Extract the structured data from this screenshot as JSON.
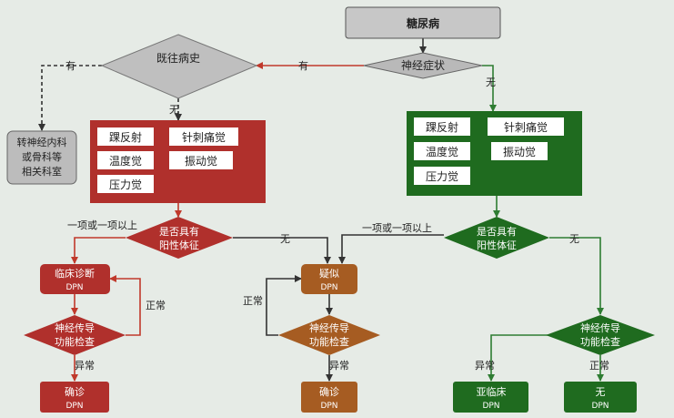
{
  "colors": {
    "red": "#b0302c",
    "brown": "#a65c22",
    "green": "#1f6b1f",
    "gray_node": "#bcbcbc",
    "arrow_red": "#c0392b",
    "arrow_green": "#2e7d32",
    "arrow_dark": "#333333"
  },
  "nodes": {
    "diabetes": "糖尿病",
    "neuro_symptom": "神经症状",
    "history": "既往病史",
    "referral": [
      "转神经内科",
      "或骨科等",
      "相关科室"
    ],
    "red_panel": [
      "踝反射",
      "针刺痛觉",
      "温度觉",
      "振动觉",
      "压力觉"
    ],
    "green_panel": [
      "踝反射",
      "针刺痛觉",
      "温度觉",
      "振动觉",
      "压力觉"
    ],
    "positive_sign_left": [
      "是否具有",
      "阳性体征"
    ],
    "positive_sign_right": [
      "是否具有",
      "阳性体征"
    ],
    "clinical_dpn": [
      "临床诊断",
      "DPN"
    ],
    "suspect_dpn": [
      "疑似",
      "DPN"
    ],
    "ncs_left": [
      "神经传导",
      "功能检查"
    ],
    "ncs_mid": [
      "神经传导",
      "功能检查"
    ],
    "ncs_right": [
      "神经传导",
      "功能检查"
    ],
    "confirm_left": [
      "确诊",
      "DPN"
    ],
    "confirm_mid": [
      "确诊",
      "DPN"
    ],
    "subclinical": [
      "亚临床",
      "DPN"
    ],
    "no_dpn": [
      "无",
      "DPN"
    ]
  },
  "edge_labels": {
    "yes_symptom": "有",
    "no_symptom": "无",
    "yes_history": "有",
    "no_history": "无",
    "one_or_more_left": "一项或一项以上",
    "none_left": "无",
    "one_or_more_right": "一项或一项以上",
    "none_right": "无",
    "normal_left": "正常",
    "normal_mid": "正常",
    "abnormal_left": "异常",
    "abnormal_mid": "异常",
    "abnormal_right": "异常",
    "normal_right": "正常"
  }
}
